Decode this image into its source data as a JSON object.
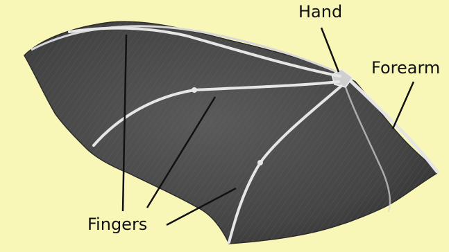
{
  "diagram": {
    "labels": {
      "hand": "Hand",
      "forearm": "Forearm",
      "fingers": "Fingers"
    }
  },
  "colors": {
    "background": "#f9f7b8",
    "membrane": "#4a4a4a",
    "bones": "#e6e6e6",
    "leader_lines": "#111111"
  }
}
